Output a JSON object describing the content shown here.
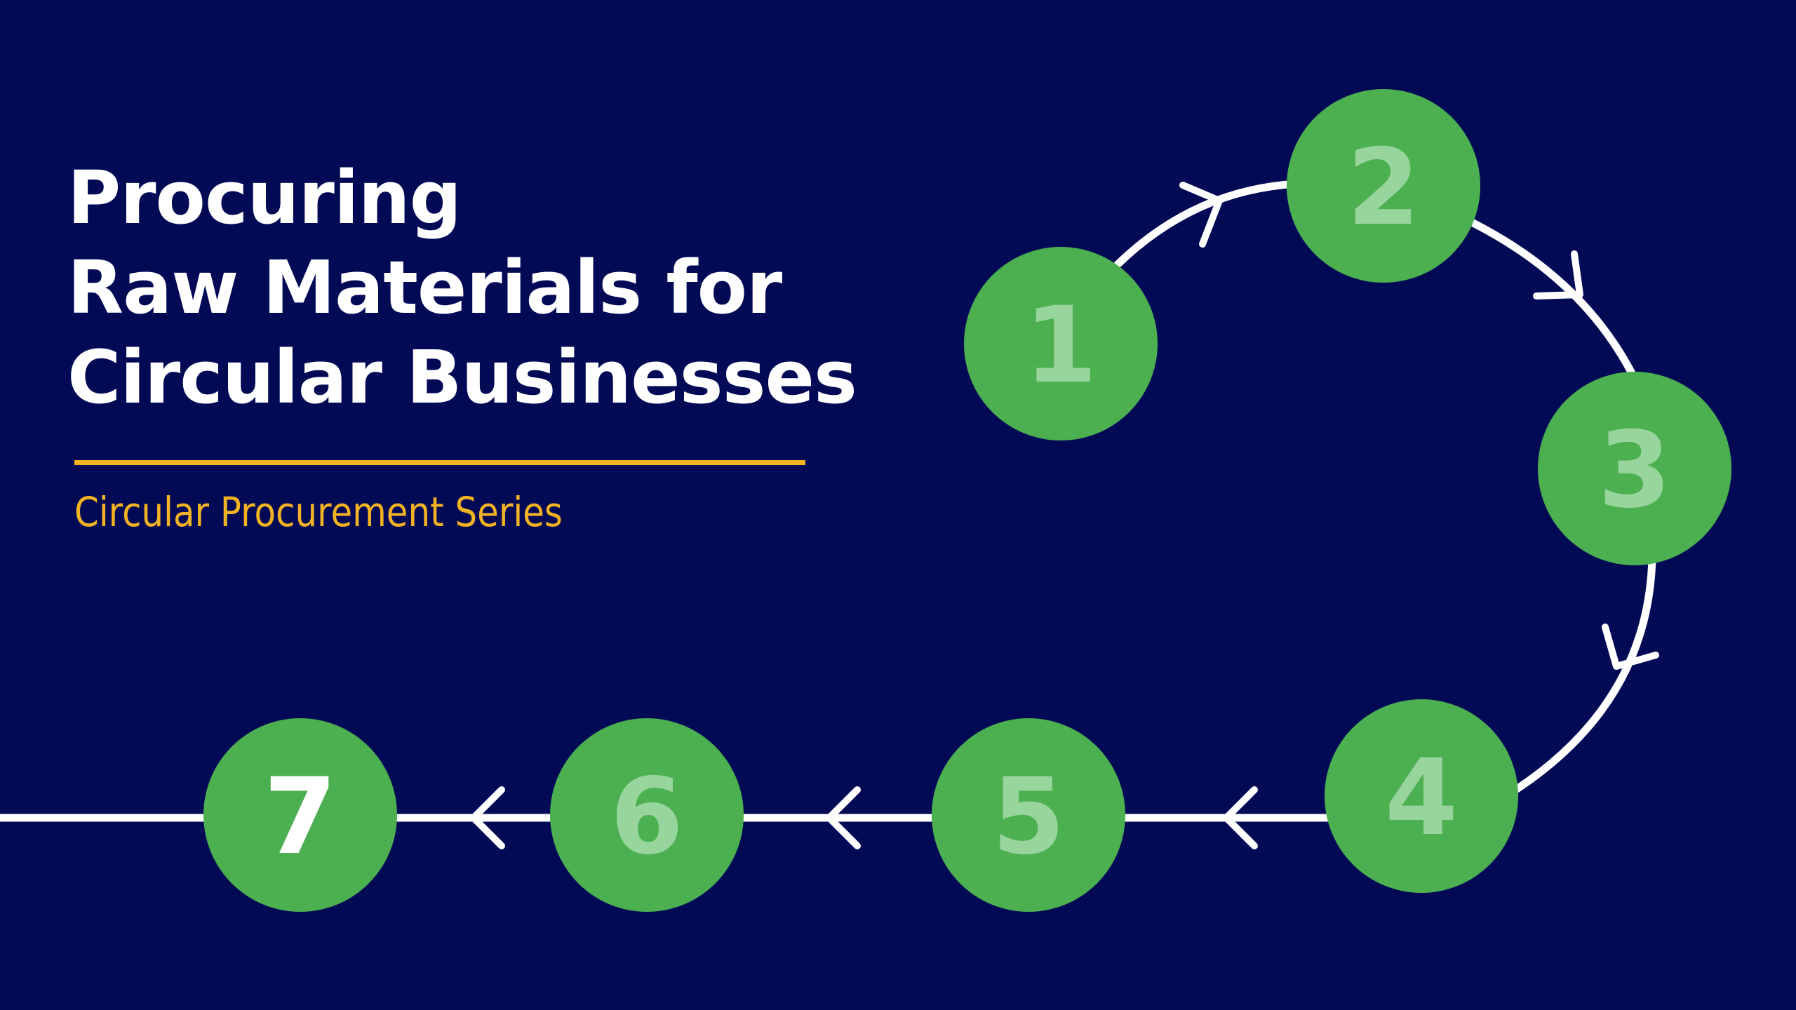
{
  "title": {
    "lines": [
      "Procuring",
      "Raw Materials for",
      "Circular Businesses"
    ]
  },
  "subtitle": "Circular Procurement Series",
  "colors": {
    "background": "#020a56",
    "accent": "#f4b322",
    "circle": "#4caf50",
    "number_dim": "#98d59d",
    "number_active": "#ffffff",
    "line": "#ffffff"
  },
  "steps": [
    {
      "label": "1",
      "active": false
    },
    {
      "label": "2",
      "active": false
    },
    {
      "label": "3",
      "active": false
    },
    {
      "label": "4",
      "active": false
    },
    {
      "label": "5",
      "active": false
    },
    {
      "label": "6",
      "active": false
    },
    {
      "label": "7",
      "active": true
    }
  ]
}
